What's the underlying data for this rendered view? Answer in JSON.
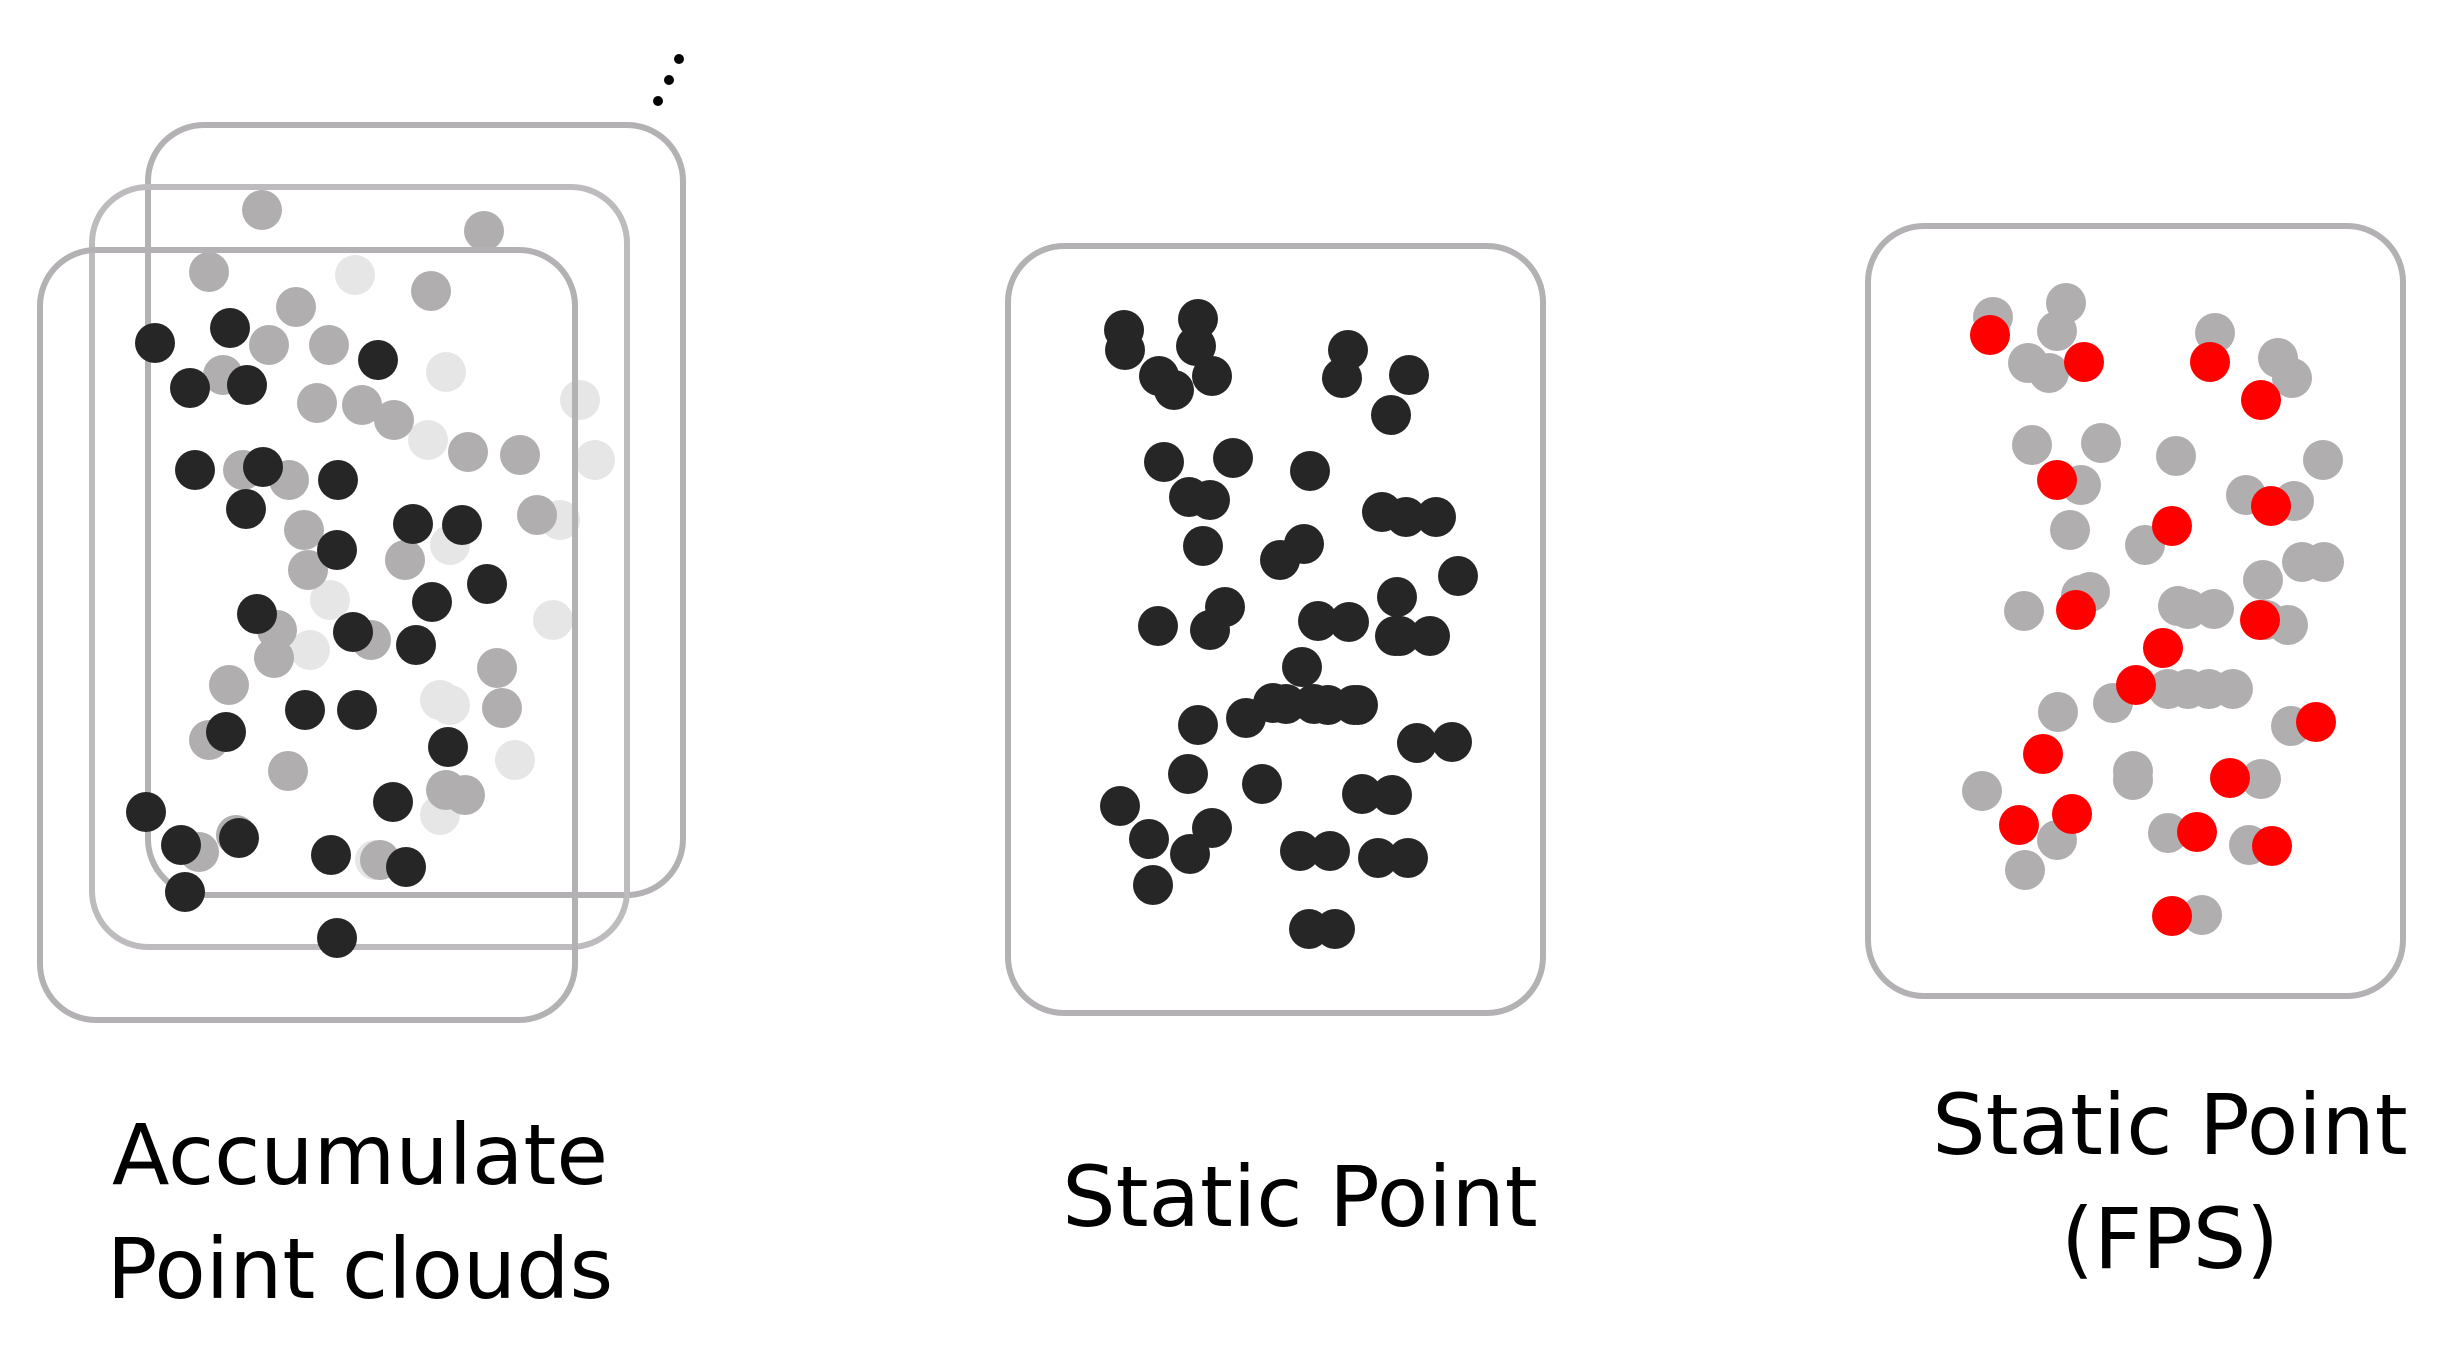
{
  "panels": [
    {
      "id": "accumulate",
      "caption_lines": [
        "Accumulate",
        "Point clouds"
      ]
    },
    {
      "id": "static",
      "caption_lines": [
        "Static Point"
      ]
    },
    {
      "id": "fps",
      "caption_lines": [
        "Static Point",
        "(FPS)"
      ]
    }
  ],
  "colors": {
    "frame": "#b3b1b3",
    "dark_point": "#262626",
    "gray_point": "#b0aeaf",
    "light_point": "#e6e6e6",
    "red_point": "#ff0000",
    "text": "#000000"
  },
  "icons": {
    "continuation": "vertical-ellipsis-icon"
  }
}
